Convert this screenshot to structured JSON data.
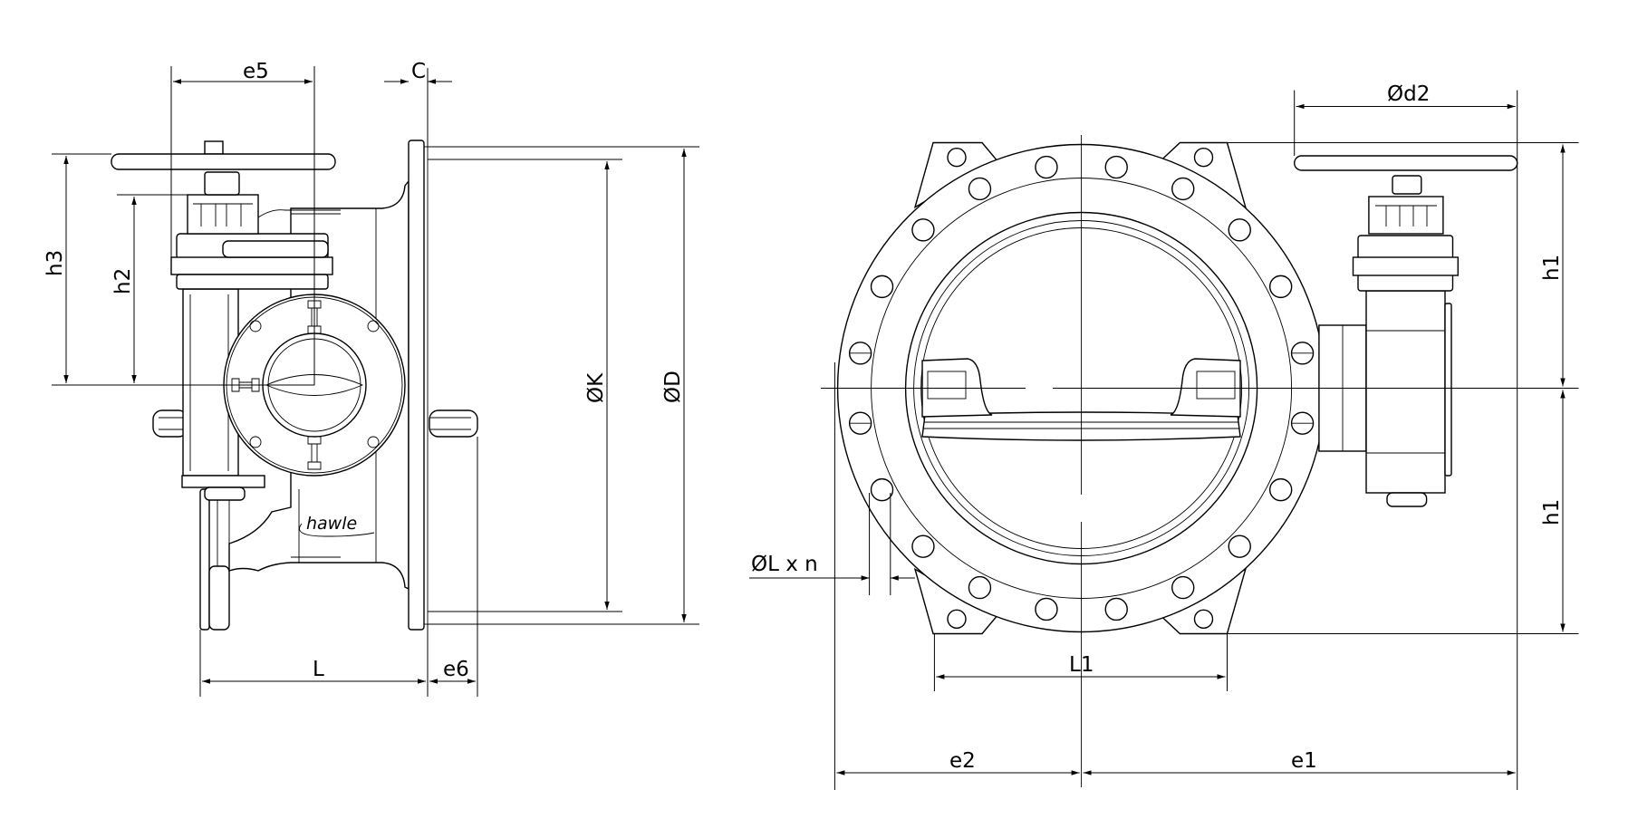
{
  "title": "Butterfly valve dimension drawing",
  "logo": "hawle",
  "side_view": {
    "labels": {
      "e5": "e5",
      "C": "C",
      "h3": "h3",
      "h2": "h2",
      "K": "ØK",
      "D": "ØD",
      "L": "L",
      "e6": "e6"
    }
  },
  "front_view": {
    "labels": {
      "d2": "Ød2",
      "h1_top": "h1",
      "h1_bottom": "h1",
      "L1": "L1",
      "e2": "e2",
      "e1": "e1",
      "Ln": "ØL x n"
    },
    "bolt_holes": 20,
    "lug_holes": 4
  }
}
